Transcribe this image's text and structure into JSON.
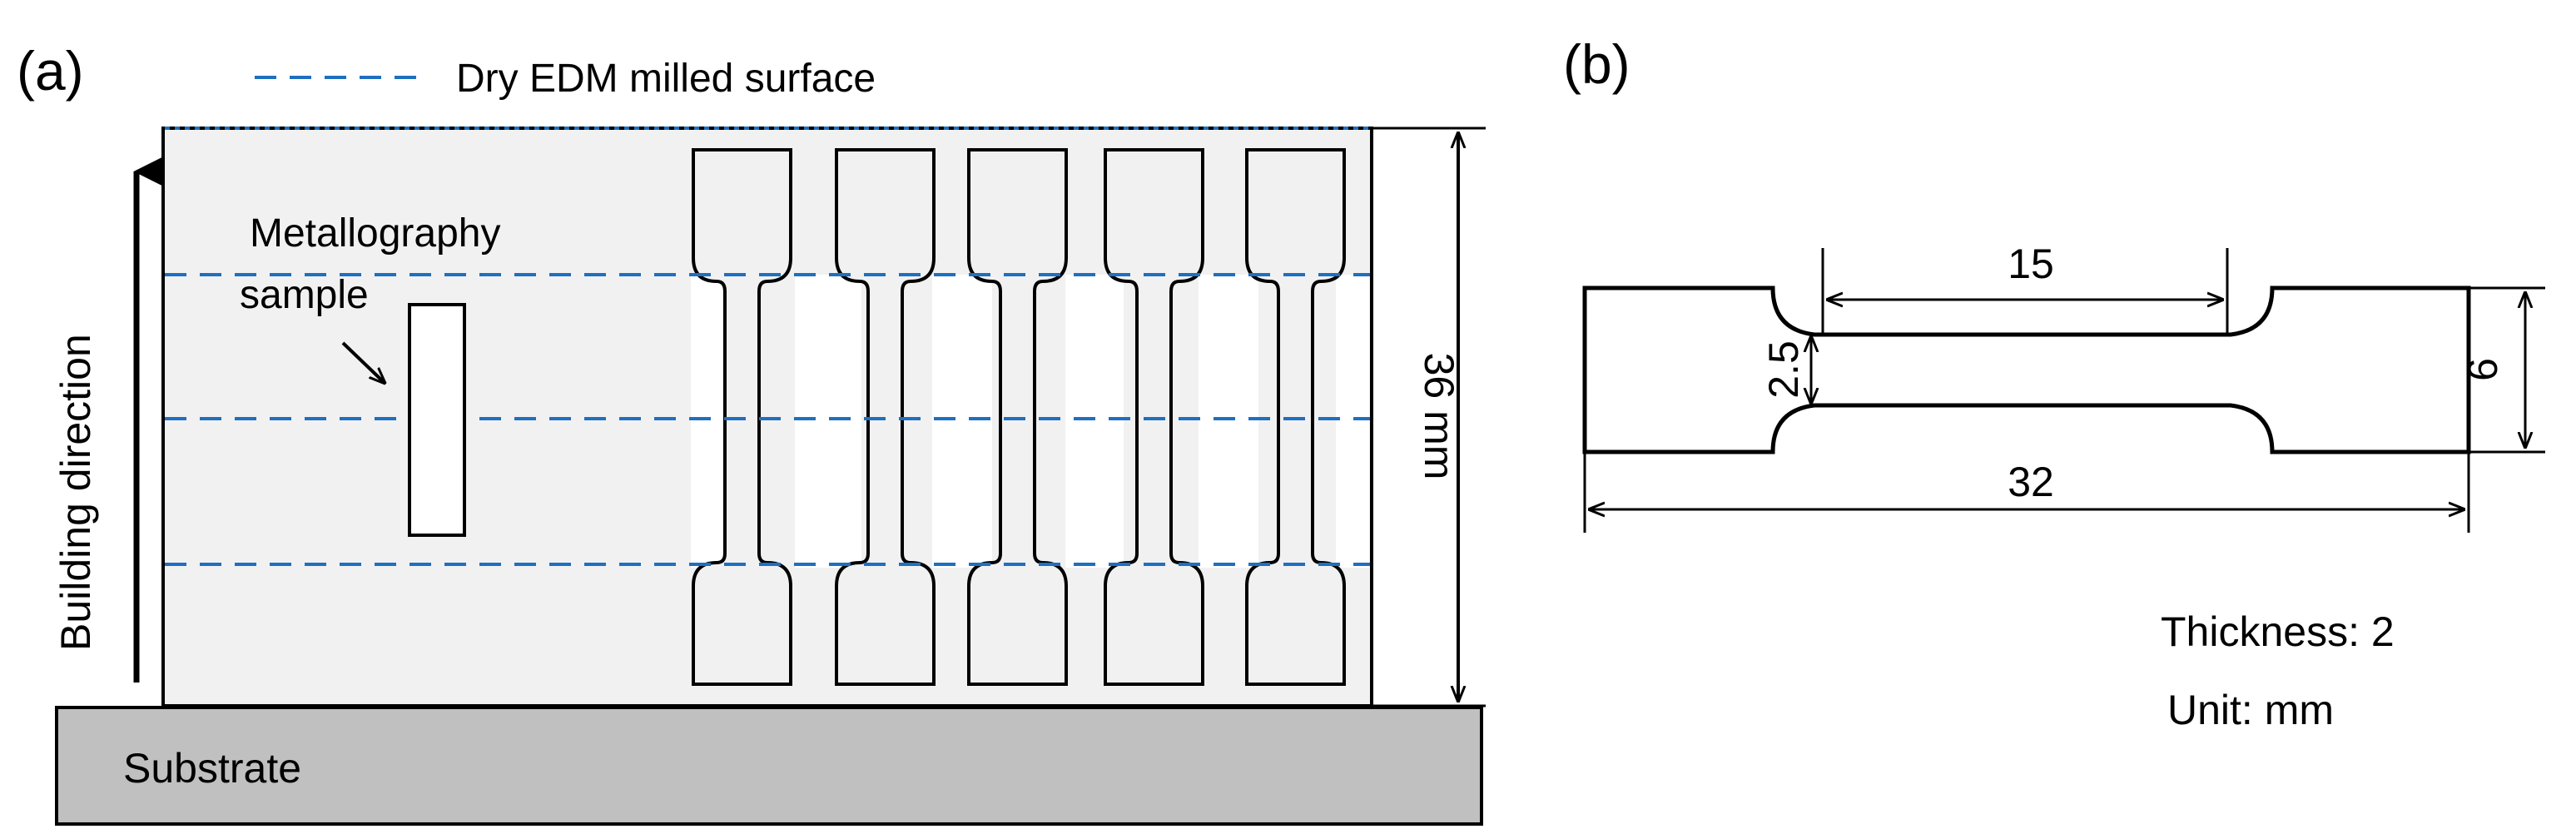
{
  "panel_a": {
    "label": "(a)",
    "legend_text": "Dry EDM milled surface",
    "metallography_label_line1": "Metallography",
    "metallography_label_line2": "sample",
    "building_direction": "Building direction",
    "height_dimension": "36 mm",
    "substrate": "Substrate",
    "dashed_line_color": "#1f6fbf",
    "block_fill": "#f1f1f1",
    "substrate_fill": "#c0c0c0",
    "tensile_specimen_count": 5
  },
  "panel_b": {
    "label": "(b)",
    "gauge_length": "15",
    "gauge_width": "2.5",
    "grip_width": "6",
    "total_length": "32",
    "thickness": "Thickness: 2",
    "unit": "Unit: mm"
  }
}
